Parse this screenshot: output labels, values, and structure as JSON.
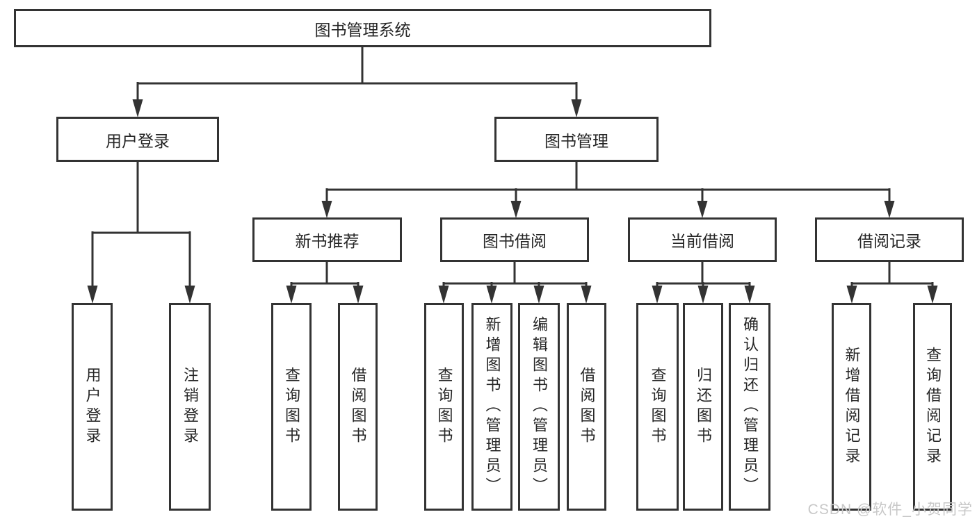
{
  "diagram": {
    "root": {
      "label": "图书管理系统"
    },
    "branches": [
      {
        "label": "用户登录",
        "children": [
          {
            "label": "用户登录"
          },
          {
            "label": "注销登录"
          }
        ]
      },
      {
        "label": "图书管理",
        "children": [
          {
            "label": "新书推荐",
            "children": [
              {
                "label": "查询图书"
              },
              {
                "label": "借阅图书"
              }
            ]
          },
          {
            "label": "图书借阅",
            "children": [
              {
                "label": "查询图书"
              },
              {
                "label": "新增图书（管理员）"
              },
              {
                "label": "编辑图书（管理员）"
              },
              {
                "label": "借阅图书"
              }
            ]
          },
          {
            "label": "当前借阅",
            "children": [
              {
                "label": "查询图书"
              },
              {
                "label": "归还图书"
              },
              {
                "label": "确认归还（管理员）"
              }
            ]
          },
          {
            "label": "借阅记录",
            "children": [
              {
                "label": "新增借阅记录"
              },
              {
                "label": "查询借阅记录"
              }
            ]
          }
        ]
      }
    ]
  },
  "watermark": {
    "text": "CSDN @软件_小贺同学"
  },
  "colors": {
    "line": "#333333",
    "box_border": "#333333",
    "text": "#262626",
    "watermark": "#c8c8c8",
    "background": "#ffffff"
  }
}
